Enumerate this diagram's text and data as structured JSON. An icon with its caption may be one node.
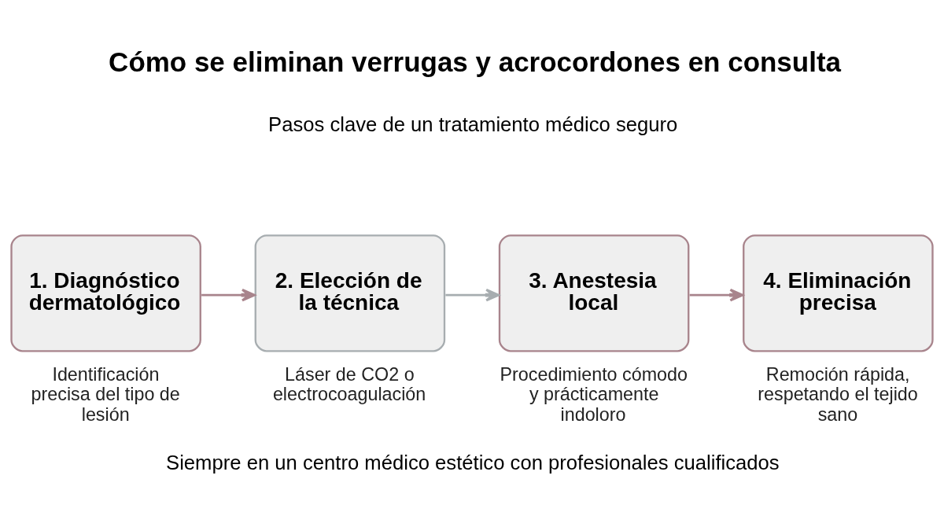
{
  "diagram": {
    "title": "Cómo se eliminan verrugas y acrocordones en consulta",
    "nodes": [
      {
        "text": [
          "1. Diagnóstico dermatológico"
        ],
        "beside": [
          "Identificación precisa del tipo de lesión"
        ]
      },
      {
        "text": [
          "2. Elección de la técnica"
        ],
        "beside": [
          "Láser de CO2 o electrocoagulación"
        ]
      },
      {
        "text": [
          "3. Anestesia local"
        ],
        "beside": [
          "Procedimiento cómodo y prácticamente indoloro"
        ]
      },
      {
        "text": [
          "4. Eliminación precisa"
        ],
        "beside": [
          "Remoción rápida, respetando el tejido sano"
        ]
      }
    ],
    "edges": [
      {
        "from": 0,
        "to": 1,
        "arrow": "to"
      },
      {
        "from": 1,
        "to": 2,
        "arrow": "to",
        "color": "#a7adb0"
      },
      {
        "from": 2,
        "to": 3,
        "arrow": "to"
      }
    ],
    "labels": [
      "Pasos clave de un tratamiento médico seguro",
      "Siempre en un centro médico estético con profesionales cualificados"
    ]
  }
}
